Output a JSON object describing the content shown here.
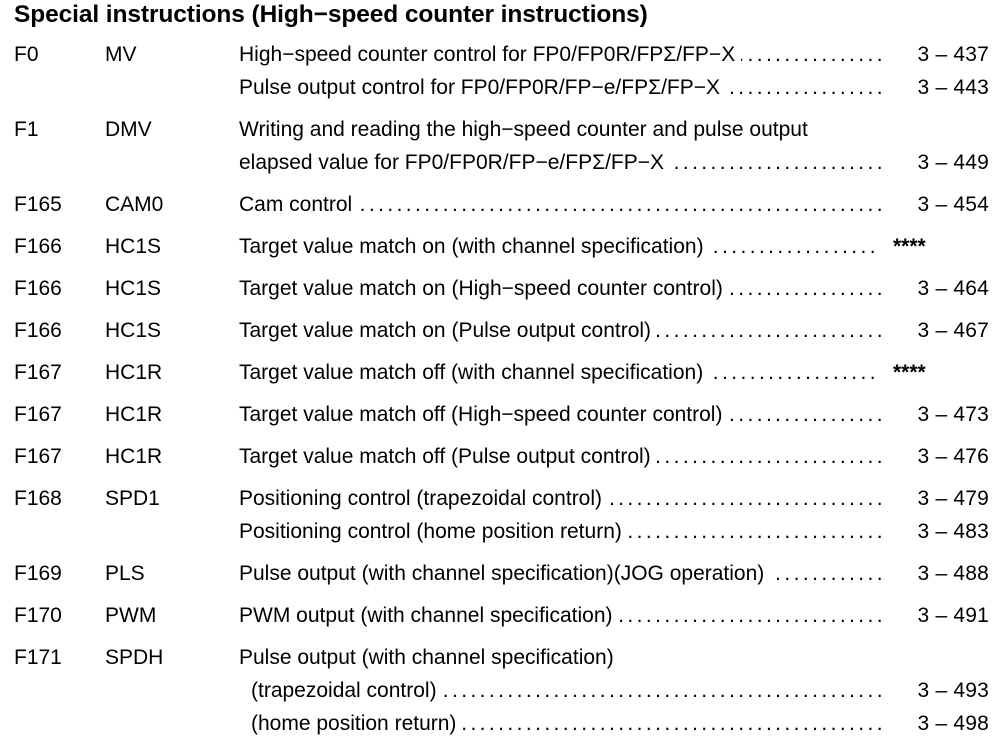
{
  "heading": "Special instructions (High−speed counter instructions)",
  "leader_dots": "............................................................................................",
  "rows": [
    {
      "code": "F0",
      "mnemonic": "MV",
      "lines": [
        {
          "text": "High−speed counter control for FP0/FP0R/FPΣ/FP−X",
          "page": "3 – 437",
          "leader": true,
          "indent": false
        },
        {
          "text": "Pulse output control for FP0/FP0R/FP−e/FPΣ/FP−X",
          "page": "3 – 443",
          "leader": true,
          "indent": false
        }
      ]
    },
    {
      "code": "F1",
      "mnemonic": "DMV",
      "lines": [
        {
          "text": "Writing and reading the high−speed counter and pulse output",
          "page": "",
          "leader": false,
          "indent": false
        },
        {
          "text": "elapsed value for FP0/FP0R/FP−e/FPΣ/FP−X",
          "page": "3 – 449",
          "leader": true,
          "indent": false
        }
      ]
    },
    {
      "code": "F165",
      "mnemonic": "CAM0",
      "lines": [
        {
          "text": "Cam control",
          "page": "3 – 454",
          "leader": true,
          "indent": false
        }
      ]
    },
    {
      "code": "F166",
      "mnemonic": "HC1S",
      "lines": [
        {
          "text": "Target value match on (with channel specification)",
          "page": "****",
          "leader": true,
          "indent": false,
          "stars": true
        }
      ]
    },
    {
      "code": "F166",
      "mnemonic": "HC1S",
      "lines": [
        {
          "text": "Target value match on (High−speed counter control)",
          "page": "3 – 464",
          "leader": true,
          "indent": false
        }
      ]
    },
    {
      "code": "F166",
      "mnemonic": "HC1S",
      "lines": [
        {
          "text": "Target value match on (Pulse output control)",
          "page": "3 – 467",
          "leader": true,
          "indent": false
        }
      ]
    },
    {
      "code": "F167",
      "mnemonic": "HC1R",
      "lines": [
        {
          "text": "Target value match off (with channel specification)",
          "page": "****",
          "leader": true,
          "indent": false,
          "stars": true
        }
      ]
    },
    {
      "code": "F167",
      "mnemonic": "HC1R",
      "lines": [
        {
          "text": "Target value match off (High−speed counter control)",
          "page": "3 – 473",
          "leader": true,
          "indent": false
        }
      ]
    },
    {
      "code": "F167",
      "mnemonic": "HC1R",
      "lines": [
        {
          "text": "Target value match off (Pulse output control)",
          "page": "3 – 476",
          "leader": true,
          "indent": false
        }
      ]
    },
    {
      "code": "F168",
      "mnemonic": "SPD1",
      "lines": [
        {
          "text": "Positioning control (trapezoidal control)",
          "page": "3 – 479",
          "leader": true,
          "indent": false
        },
        {
          "text": "Positioning control (home position return)",
          "page": "3 – 483",
          "leader": true,
          "indent": false
        }
      ]
    },
    {
      "code": "F169",
      "mnemonic": "PLS",
      "lines": [
        {
          "text": "Pulse output (with channel specification)(JOG operation)",
          "page": "3 – 488",
          "leader": true,
          "indent": false
        }
      ]
    },
    {
      "code": "F170",
      "mnemonic": "PWM",
      "lines": [
        {
          "text": "PWM output (with channel specification)",
          "page": "3 – 491",
          "leader": true,
          "indent": false
        }
      ]
    },
    {
      "code": "F171",
      "mnemonic": "SPDH",
      "lines": [
        {
          "text": "Pulse output (with channel specification)",
          "page": "",
          "leader": false,
          "indent": false
        },
        {
          "text": "(trapezoidal control)",
          "page": "3 – 493",
          "leader": true,
          "indent": true
        },
        {
          "text": "(home position return)",
          "page": "3 – 498",
          "leader": true,
          "indent": true
        }
      ]
    }
  ]
}
